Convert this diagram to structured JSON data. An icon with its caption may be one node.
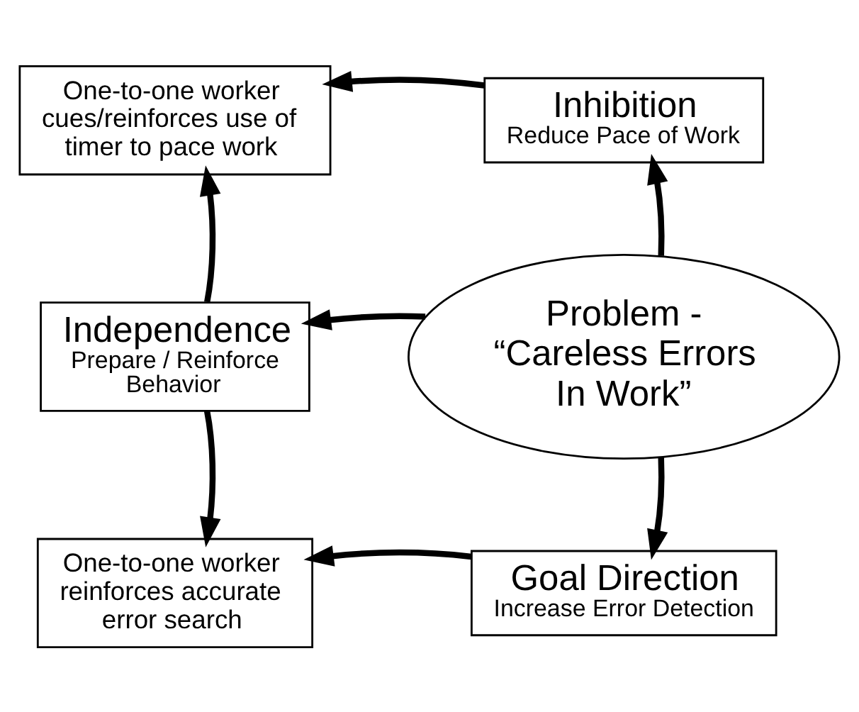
{
  "diagram": {
    "nodes": [
      {
        "text": [
          "One-to-one worker cues/reinforces use of timer to pace work"
        ]
      },
      {
        "text": [
          "Inhibition",
          "Reduce Pace of Work"
        ]
      },
      {
        "text": [
          "Independence",
          "Prepare / Reinforce Behavior"
        ]
      },
      {
        "text": [
          "Problem - “Careless Errors In Work”"
        ]
      },
      {
        "text": [
          "One-to-one worker reinforces accurate error search"
        ]
      },
      {
        "text": [
          "Goal Direction",
          "Increase Error Detection"
        ]
      }
    ],
    "edges": [
      {
        "from": 1,
        "to": 0,
        "arrow": "to"
      },
      {
        "from": 3,
        "to": 1,
        "arrow": "to"
      },
      {
        "from": 2,
        "to": 0,
        "arrow": "to"
      },
      {
        "from": 3,
        "to": 2,
        "arrow": "to"
      },
      {
        "from": 2,
        "to": 4,
        "arrow": "to"
      },
      {
        "from": 3,
        "to": 5,
        "arrow": "to"
      },
      {
        "from": 5,
        "to": 4,
        "arrow": "to"
      }
    ]
  }
}
